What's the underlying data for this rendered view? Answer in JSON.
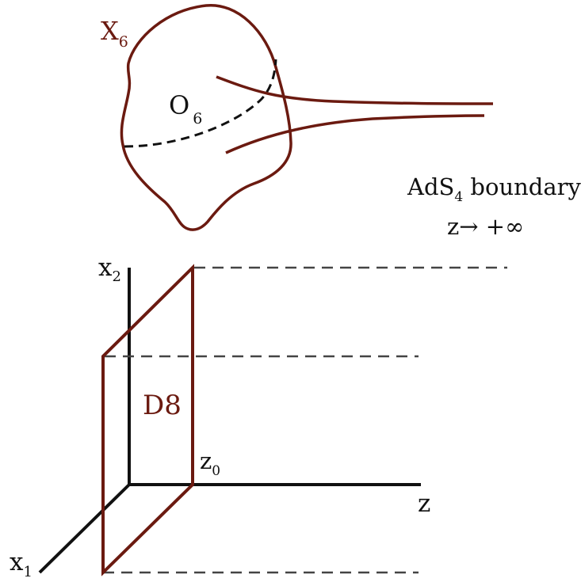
{
  "colors": {
    "brown": "#6b1a10",
    "black": "#111111",
    "dash": "#444444"
  },
  "labels": {
    "x6_main": "X",
    "x6_sub": "6",
    "o6_main": "O",
    "o6_sub": "6",
    "ads_main_a": "AdS",
    "ads_sub": "4",
    "ads_main_b": " boundary",
    "z_limit": "z→ +∞",
    "x2_main": "x",
    "x2_sub": "2",
    "x1_main": "x",
    "x1_sub": "1",
    "z_axis": "z",
    "z0_main": "z",
    "z0_sub": "0",
    "d8": "D8"
  }
}
